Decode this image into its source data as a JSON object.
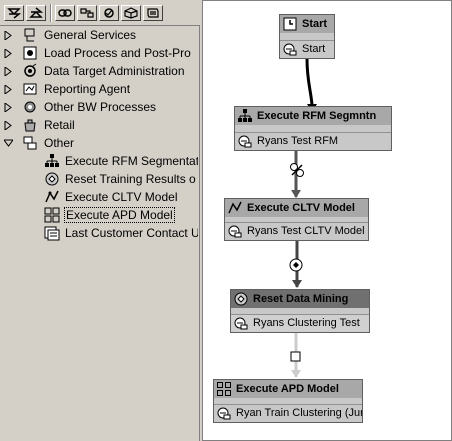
{
  "tree": {
    "items": [
      {
        "label": "General Services",
        "expanded": false
      },
      {
        "label": "Load Process and Post-Pro",
        "expanded": false
      },
      {
        "label": "Data Target Administration",
        "expanded": false
      },
      {
        "label": "Reporting Agent",
        "expanded": false
      },
      {
        "label": "Other BW Processes",
        "expanded": false
      },
      {
        "label": "Retail",
        "expanded": false
      },
      {
        "label": "Other",
        "expanded": true
      }
    ],
    "children": [
      {
        "label": "Execute RFM Segmentat"
      },
      {
        "label": "Reset Training Results o"
      },
      {
        "label": "Execute CLTV Model"
      },
      {
        "label": "Execute APD Model",
        "selected": true
      },
      {
        "label": "Last Customer Contact U"
      }
    ]
  },
  "flow": {
    "nodes": [
      {
        "title": "Start",
        "subtitle": "Start"
      },
      {
        "title": "Execute RFM Segmntn",
        "subtitle": "Ryans Test RFM"
      },
      {
        "title": "Execute CLTV Model",
        "subtitle": "Ryans Test CLTV Model"
      },
      {
        "title": "Reset Data Mining",
        "subtitle": "Ryans Clustering Test"
      },
      {
        "title": "Execute APD Model",
        "subtitle": "Ryan Train Clustering (Junk)"
      }
    ]
  },
  "colors": {
    "tree_bg": "#d4d0c8",
    "canvas_bg": "#ffffff",
    "node_bg": "#c8c8c8",
    "node_header_dark": "#707070",
    "connector_dark": "#202020",
    "connector_light": "#cccccc"
  }
}
